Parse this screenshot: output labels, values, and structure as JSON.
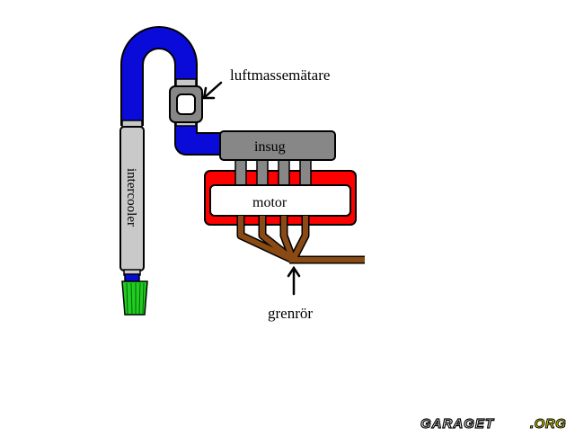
{
  "labels": {
    "maf": "luftmassemätare",
    "intake": "insug",
    "engine": "motor",
    "intercooler": "intercooler",
    "manifold": "grenrör"
  },
  "watermark": {
    "main": "GARAGET",
    "suffix": ".ORG"
  },
  "colors": {
    "hose": "#0b0bd9",
    "engine_block": "#ff0000",
    "metal": "#878787",
    "intercooler": "#c9c9c9",
    "manifold": "#8a4a14",
    "filter": "#22cc22",
    "watermark_accent": "#d6d600"
  }
}
